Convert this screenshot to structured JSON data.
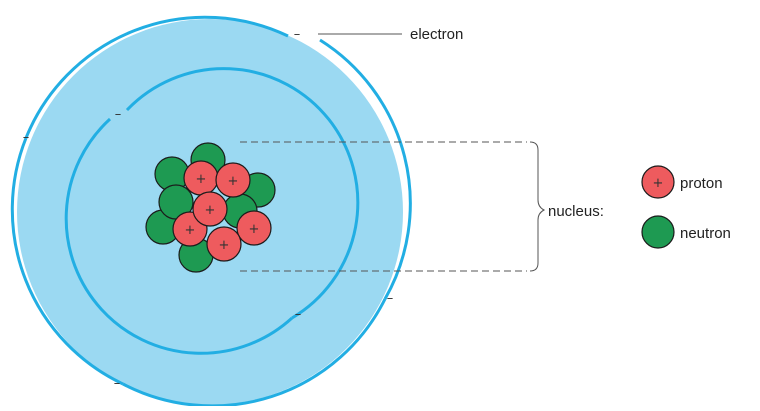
{
  "diagram": {
    "labels": {
      "electron": "electron",
      "nucleus": "nucleus:",
      "proton": "proton",
      "neutron": "neutron"
    },
    "proton_symbol": "+",
    "electron_symbol": "–",
    "colors": {
      "atom_fill": "#9bd9f2",
      "shell": "#22aee3",
      "proton": "#ee5b5e",
      "neutron": "#1e9a52",
      "particle_outline": "#1b1b1b",
      "guide_line": "#555555"
    }
  }
}
